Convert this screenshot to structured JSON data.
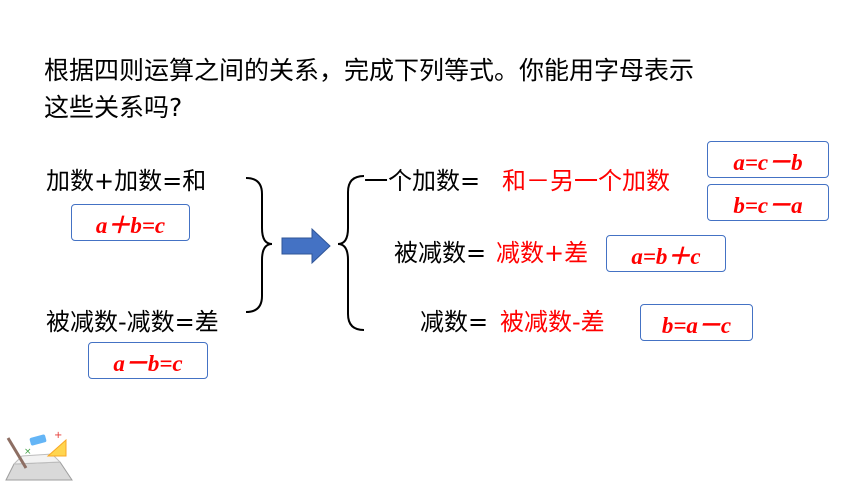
{
  "question": {
    "line1": "根据四则运算之间的关系，完成下列等式。你能用字母表示",
    "line2": "这些关系吗?"
  },
  "left": {
    "addition_label": "加数+加数=和",
    "addition_formula": "a＋b=c",
    "subtraction_label": "被减数-减数=差",
    "subtraction_formula": "a－b=c"
  },
  "right": {
    "row1_prefix": "一个加数=",
    "row1_answer": "和－另一个加数",
    "row1_formula_a": "a=c－b",
    "row1_formula_b": "b=c－a",
    "row2_prefix": "被减数=",
    "row2_answer": "减数+差",
    "row2_formula": "a=b＋c",
    "row3_prefix": "减数=",
    "row3_answer": "被减数-差",
    "row3_formula": "b=a－c"
  },
  "colors": {
    "answer": "#ff0000",
    "box_border": "#4472c4",
    "arrow": "#4472c4"
  },
  "icons": [
    "math-tools-icon"
  ]
}
